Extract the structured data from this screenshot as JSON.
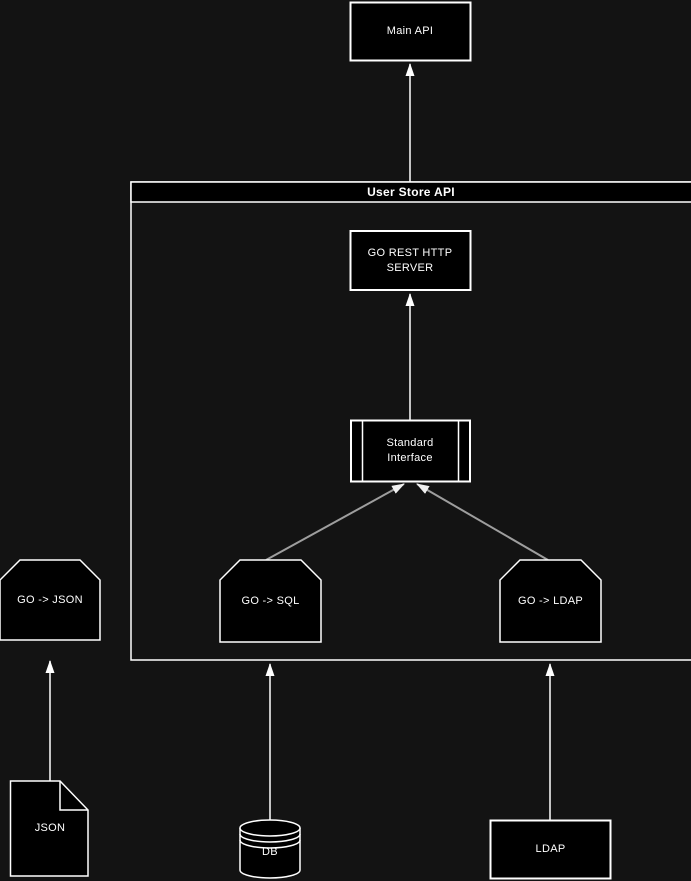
{
  "diagram": {
    "container_title": "User Store API",
    "nodes": {
      "main_api": {
        "label": "Main API",
        "shape": "rectangle"
      },
      "go_rest_server": {
        "label": "GO REST HTTP\nSERVER",
        "shape": "rectangle"
      },
      "standard_interface": {
        "label": "Standard\nInterface",
        "shape": "component-rectangle"
      },
      "go_json": {
        "label": "GO -> JSON",
        "shape": "beveled-rectangle"
      },
      "go_sql": {
        "label": "GO -> SQL",
        "shape": "beveled-rectangle"
      },
      "go_ldap": {
        "label": "GO -> LDAP",
        "shape": "beveled-rectangle"
      },
      "json_file": {
        "label": "JSON",
        "shape": "document"
      },
      "db": {
        "label": "DB",
        "shape": "cylinder"
      },
      "ldap": {
        "label": "LDAP",
        "shape": "rectangle"
      }
    },
    "edges": [
      {
        "from": "user_store_api_container",
        "to": "main_api",
        "style": "white-arrow-up"
      },
      {
        "from": "standard_interface",
        "to": "go_rest_server",
        "style": "white-arrow-up"
      },
      {
        "from": "go_sql",
        "to": "standard_interface",
        "style": "gray-arrow-diagonal"
      },
      {
        "from": "go_ldap",
        "to": "standard_interface",
        "style": "gray-arrow-diagonal"
      },
      {
        "from": "json_file",
        "to": "go_json",
        "style": "white-arrow-up"
      },
      {
        "from": "db",
        "to": "user_store_api_container",
        "style": "white-arrow-up"
      },
      {
        "from": "ldap",
        "to": "user_store_api_container",
        "style": "white-arrow-up"
      }
    ],
    "colors": {
      "background": "#131313",
      "node_fill": "#000000",
      "stroke": "#ffffff",
      "gray_connector": "#9e9e9e",
      "text": "#ffffff"
    }
  }
}
